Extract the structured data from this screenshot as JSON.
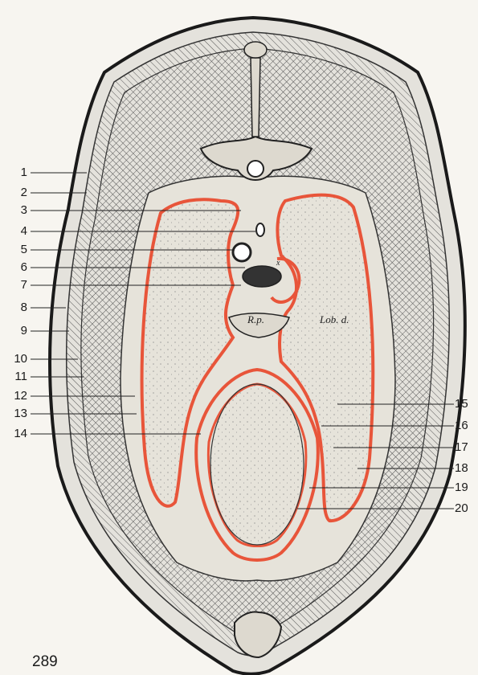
{
  "figure": {
    "labels_left": [
      "1",
      "2",
      "3",
      "4",
      "5",
      "6",
      "7",
      "8",
      "9",
      "10",
      "11",
      "12",
      "13",
      "14"
    ],
    "labels_right": [
      "15",
      "16",
      "17",
      "18",
      "19",
      "20"
    ],
    "annotation_rp": "R.p.",
    "annotation_lobd": "Lob. d.",
    "annotation_x": "x",
    "colors": {
      "serosa": "#e8553a",
      "ink": "#2a2a2a",
      "paper": "#f7f5f0"
    }
  },
  "page_number": "289"
}
